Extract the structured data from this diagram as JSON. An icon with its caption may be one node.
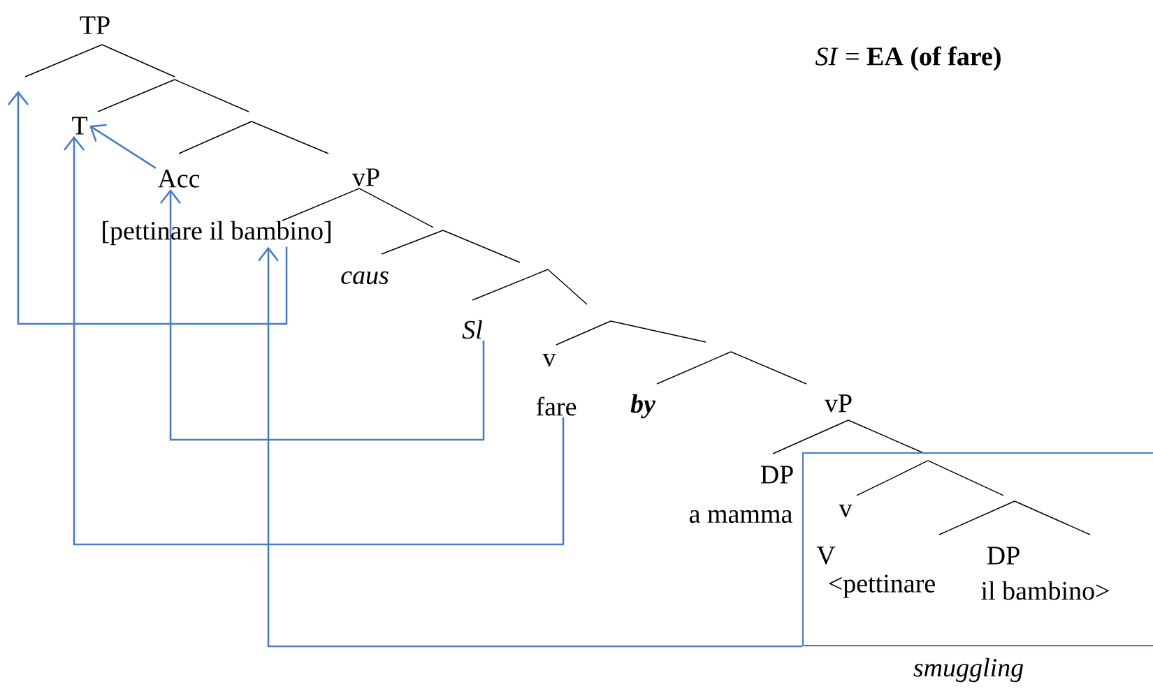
{
  "diagram": {
    "nodes": [
      {
        "text": [
          "T"
        ]
      },
      {
        "text": [
          "Acc"
        ]
      },
      {
        "text": [
          "[pettinare il bambino]"
        ]
      },
      {
        "text": [
          "Sl"
        ]
      },
      {
        "text": [
          "fare"
        ]
      },
      {
        "text": [],
        "shape": "box",
        "beside": [
          "smuggling"
        ]
      }
    ],
    "edges": [
      {
        "from": 2,
        "to": null,
        "arrow": "to"
      },
      {
        "from": 3,
        "to": 1,
        "arrow": "to"
      },
      {
        "from": 4,
        "to": 0,
        "arrow": "to"
      },
      {
        "from": 5,
        "to": 2,
        "arrow": "to"
      },
      {
        "from": 1,
        "to": 0,
        "arrow": "to"
      }
    ],
    "labels": [
      "TP",
      "*SI* = **EA (of fare)**",
      "vP",
      "caus",
      "v",
      "by",
      "vP",
      "DP",
      "a mamma",
      "v",
      "V",
      "<pettinare",
      "DP",
      "il bambino>"
    ]
  }
}
